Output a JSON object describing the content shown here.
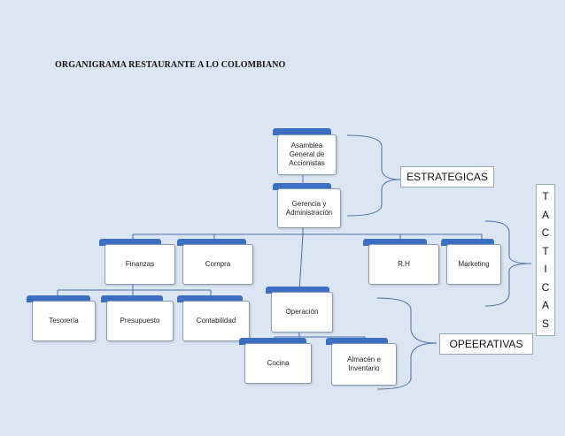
{
  "title": "ORGANIGRAMA RESTAURANTE A LO COLOMBIANO",
  "nodes": {
    "asamblea": "Asamblea General de Accionistas",
    "gerencia": "Gerencia y Administración",
    "finanzas": "Finanzas",
    "compra": "Compra",
    "rh": "R.H",
    "marketing": "Marketing",
    "tesoreria": "Tesorería",
    "presupuesto": "Presupuesto",
    "contabilidad": "Contabilidad",
    "operacion": "Operación",
    "cocina": "Cocina",
    "almacen": "Almacén e Inventario"
  },
  "levels": {
    "estrategicas": "ESTRATEGICAS",
    "tacticas": [
      "T",
      "A",
      "C",
      "T",
      "I",
      "C",
      "A",
      "S"
    ],
    "operativas": "OPEERATIVAS"
  },
  "colors": {
    "background": "#dce6f2",
    "accent": "#3a6fc4",
    "line": "#4a6fa5"
  }
}
